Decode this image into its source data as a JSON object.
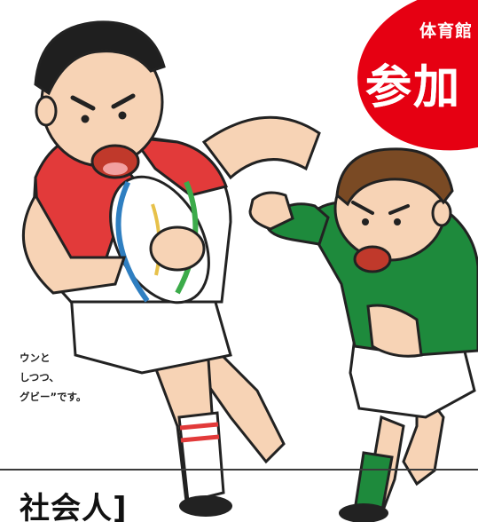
{
  "badge": {
    "line1": "体育館",
    "line2": "参加",
    "color": "#e60012",
    "text_color": "#ffffff"
  },
  "description": {
    "line1": "ウンと",
    "line2": "しつつ、",
    "line3": "グビー”です。"
  },
  "section_heading": "社会人]",
  "illustration": {
    "left_player_jersey": "#e23a3a",
    "right_player_jersey": "#1e8a3c",
    "ball_accent": "#2f7fc1",
    "skin": "#f7d3b5",
    "hair_left": "#1f1f1f",
    "hair_right": "#7a4a24"
  }
}
